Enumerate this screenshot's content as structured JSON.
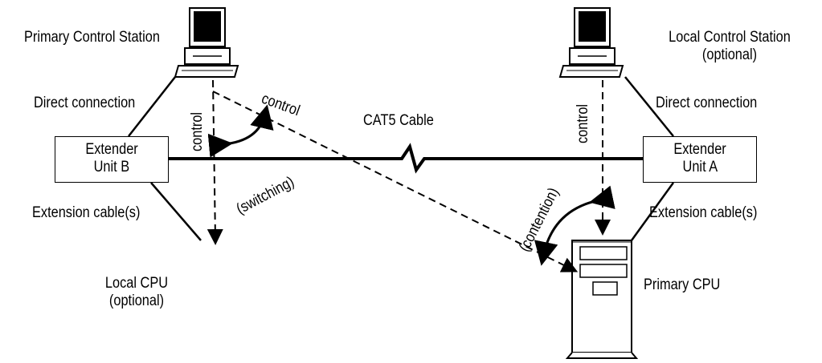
{
  "nodes": {
    "primary_control_station": "Primary Control Station",
    "local_control_station": "Local Control Station",
    "local_control_station_note": "(optional)",
    "extender_b_line1": "Extender",
    "extender_b_line2": "Unit B",
    "extender_a_line1": "Extender",
    "extender_a_line2": "Unit A",
    "local_cpu": "Local CPU",
    "local_cpu_note": "(optional)",
    "primary_cpu": "Primary CPU"
  },
  "edges": {
    "direct_connection_left": "Direct connection",
    "direct_connection_right": "Direct connection",
    "extension_cables_left": "Extension cable(s)",
    "extension_cables_right": "Extension cable(s)",
    "cat5_cable": "CAT5 Cable",
    "control_vertical_left": "control",
    "control_vertical_right": "control",
    "control_diagonal": "control",
    "switching": "(switching)",
    "contention": "(contention)"
  }
}
